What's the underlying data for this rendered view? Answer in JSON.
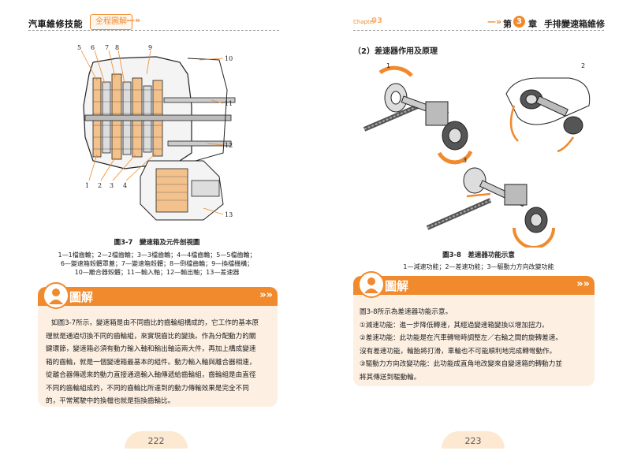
{
  "left": {
    "header": {
      "title": "汽車維修技能",
      "badge": "全程圖解",
      "arrows": "—»"
    },
    "figure": {
      "labels": [
        "5",
        "6",
        "7",
        "8",
        "9",
        "10",
        "11",
        "12",
        "1",
        "2",
        "3",
        "4",
        "13"
      ],
      "caption_title": "圖3-7　變速箱及元件剖視圖",
      "caption_lines": [
        "1—1檔齒輪；2—2檔齒輪；3—3檔齒輪；4—4檔齒輪；5—5檔齒輪；",
        "6—變速箱殼體罩蓋；7—變速箱殼體；8—倒檔齒輪；9—換檔機構；",
        "10—離合器殼體；11—輸入軸；12—輸出軸；13—差速器"
      ]
    },
    "tutorial": {
      "heading": "圖解",
      "lines": [
        "如圖3-7所示，變速箱是由不同齒比的齒輪組構成的，它工作的基本原",
        "理就是通過切換不同的齒輪組，來實現齒比的變換。作為分配動力的關",
        "鍵環節，變速箱必須有動力輸入軸和輸出軸這兩大件，再加上構成變速",
        "箱的齒輪，就是一個變速箱最基本的組件。動力輸入軸與離合器相連，",
        "從離合器傳遞來的動力直接通過輸入軸傳遞給齒輪組，齒輪組是由直徑",
        "不同的齒輪組成的，不同的齒輪比所達到的動力傳輸效果是完全不同",
        "的，平常駕駛中的換檔也就是指換齒輪比。"
      ]
    },
    "page_number": "222"
  },
  "right": {
    "header": {
      "chapter_word": "Chapter",
      "chapter_no": "03",
      "arrows": "—»",
      "chapter_prefix": "第",
      "chapter_num": "3",
      "chapter_suffix": "章",
      "chapter_title": "手排變速箱維修"
    },
    "section_title": "（2）差速器作用及原理",
    "figure": {
      "labels": [
        "1",
        "2",
        "3"
      ],
      "caption_title": "圖3-8　差速器功能示意",
      "caption_line": "1—減速功能；2—差速功能；3—驅動力方向改變功能"
    },
    "tutorial": {
      "heading": "圖解",
      "lines": [
        "圖3-8所示為差速器功能示意。",
        "①減速功能：進一步降低轉速，其經過變速箱變換以增加扭力。",
        "②差速功能：此功能是在汽車轉彎時調整左／右輪之間的旋轉差速。",
        "沒有差速功能，輪胎將打滑，車輪也不可能順利地完成轉彎動作。",
        "③驅動力方向改變功能：此功能成直角地改變來自變速箱的轉動力並",
        "將其傳送到驅動輪。"
      ]
    },
    "page_number": "223"
  },
  "colors": {
    "accent": "#f08a2c",
    "box_bg": "#fdf0e3",
    "page_tab": "#fde8d2"
  }
}
